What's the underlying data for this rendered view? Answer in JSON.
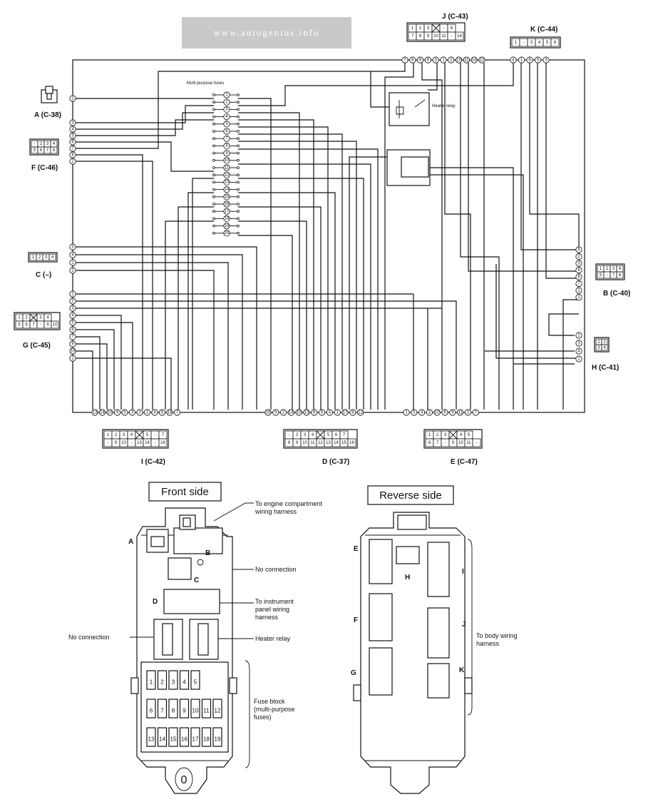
{
  "watermark": "www.autogenius.info",
  "diagram": {
    "multipurpose_fuses_label": "Multi-purpose fuses",
    "heater_relay_label": "Heater relay",
    "connectors": {
      "A": "A (C-38)",
      "F": "F (C-46)",
      "C": "C (–)",
      "G": "G (C-45)",
      "J": "J (C-43)",
      "K": "K (C-44)",
      "B": "B (C-40)",
      "H": "H (C-41)",
      "I": "I (C-42)",
      "D": "D (C-37)",
      "E": "E (C-47)"
    },
    "connector_faces": {
      "J": [
        [
          "1",
          "2",
          "3",
          "",
          "-",
          "6"
        ],
        [
          "7",
          "8",
          "9",
          "10",
          "11",
          "-",
          "14"
        ]
      ],
      "K": [
        [
          "1",
          "-",
          "3",
          "4",
          "5",
          "6"
        ]
      ],
      "F": [
        [
          "-",
          "2",
          "3",
          "4"
        ],
        [
          "5",
          "6",
          "7",
          "8"
        ]
      ],
      "C": [
        [
          "1",
          "2",
          "3",
          "4"
        ]
      ],
      "G": [
        [
          "1",
          "2",
          "",
          "3",
          "4"
        ],
        [
          "5",
          "6",
          "7",
          "-",
          "9",
          "10"
        ]
      ],
      "B": [
        [
          "1",
          "2",
          "3",
          "6"
        ],
        [
          "5",
          "-",
          "7",
          "8"
        ]
      ],
      "H": [
        [
          "1",
          "2"
        ],
        [
          "3",
          "4"
        ]
      ],
      "I": [
        [
          "1",
          "2",
          "3",
          "4",
          "",
          "5",
          "-",
          "7"
        ],
        [
          "-",
          "9",
          "10",
          "-",
          "13",
          "14",
          "-",
          "16"
        ]
      ],
      "D": [
        [
          "-",
          "2",
          "3",
          "4",
          "",
          "5",
          "6",
          "7"
        ],
        [
          "8",
          "9",
          "10",
          "11",
          "12",
          "13",
          "14",
          "15",
          "16"
        ]
      ],
      "E": [
        [
          "1",
          "2",
          "3",
          "",
          "4",
          "5"
        ],
        [
          "6",
          "7",
          "-",
          "9",
          "10",
          "11",
          "-"
        ]
      ]
    },
    "top_pins_J": [
      "7",
      "8",
      "9",
      "6",
      "3",
      "1",
      "2",
      "10",
      "11",
      "14",
      "12"
    ],
    "top_pins_K": [
      "4",
      "1",
      "6",
      "5",
      "3"
    ],
    "left_pins_A": [
      "1"
    ],
    "left_pins_F": [
      "3",
      "4",
      "5",
      "6",
      "7",
      "8",
      "2"
    ],
    "left_pins_C": [
      "3",
      "4",
      "1",
      "2"
    ],
    "left_pins_G": [
      "1",
      "2",
      "3",
      "4",
      "5",
      "6",
      "7",
      "9",
      "10",
      "1"
    ],
    "right_pins_B": [
      "5",
      "2",
      "3",
      "6",
      "8",
      "7",
      "1",
      "1"
    ],
    "right_pins_H": [
      "2",
      "3",
      "4",
      "1"
    ],
    "bottom_pins_I": [
      "13",
      "14",
      "10",
      "9",
      "5",
      "3",
      "2",
      "1",
      "4",
      "5",
      "16",
      "7"
    ],
    "bottom_pins_D": [
      "15",
      "9",
      "2",
      "14",
      "10",
      "13",
      "6",
      "5",
      "4",
      "1",
      "17",
      "8",
      "12"
    ],
    "bottom_pins_E": [
      "1",
      "5",
      "4",
      "3",
      "10",
      "6",
      "9",
      "11",
      "2",
      "7"
    ],
    "fuse_numbers": [
      "1",
      "2",
      "3",
      "4",
      "5",
      "6",
      "7",
      "8",
      "9",
      "10",
      "11",
      "12",
      "13",
      "14",
      "15",
      "16",
      "17",
      "18",
      "19",
      "20"
    ]
  },
  "front": {
    "title": "Front side",
    "to_engine": "To engine compartment wiring harness",
    "no_connection_1": "No connection",
    "to_instrument": "To instrument panel wiring harness",
    "no_connection_2": "No connection",
    "heater_relay": "Heater relay",
    "fuse_block": "Fuse block (multi-purpose fuses)",
    "letters": {
      "A": "A",
      "B": "B",
      "C": "C",
      "D": "D"
    },
    "fuse_labels": [
      "1",
      "2",
      "3",
      "4",
      "5",
      "6",
      "7",
      "8",
      "9",
      "10",
      "11",
      "12",
      "13",
      "14",
      "15",
      "16",
      "17",
      "18",
      "19"
    ],
    "bottom_symbol": "0"
  },
  "reverse": {
    "title": "Reverse side",
    "to_body": "To body wiring harness",
    "letters": {
      "E": "E",
      "F": "F",
      "G": "G",
      "H": "H",
      "I": "I",
      "J": "J",
      "K": "K"
    }
  }
}
